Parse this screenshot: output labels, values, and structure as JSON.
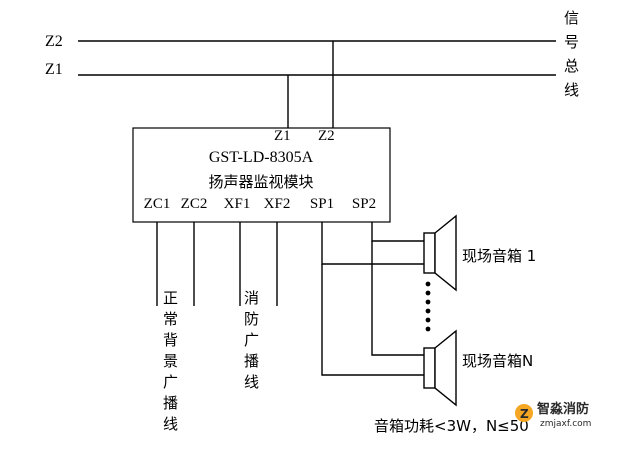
{
  "bus": {
    "label_z2": "Z2",
    "label_z1": "Z1",
    "title_chars": [
      "信",
      "号",
      "总",
      "线"
    ]
  },
  "module": {
    "term_z1": "Z1",
    "term_z2": "Z2",
    "model": "GST-LD-8305A",
    "name": "扬声器监视模块",
    "terms": [
      "ZC1",
      "ZC2",
      "XF1",
      "XF2",
      "SP1",
      "SP2"
    ]
  },
  "lines": {
    "normal_bg_chars": [
      "正",
      "常",
      "背",
      "景",
      "广",
      "播",
      "线"
    ],
    "fire_bc_chars": [
      "消",
      "防",
      "广",
      "播",
      "线"
    ]
  },
  "speakers": {
    "speaker1": "现场音箱 1",
    "speakerN": "现场音箱N",
    "note": "音箱功耗<3W，N≤50"
  },
  "watermark": {
    "brand": "智淼消防",
    "site": "zmjaxf.com",
    "logo_letter": "Z"
  }
}
